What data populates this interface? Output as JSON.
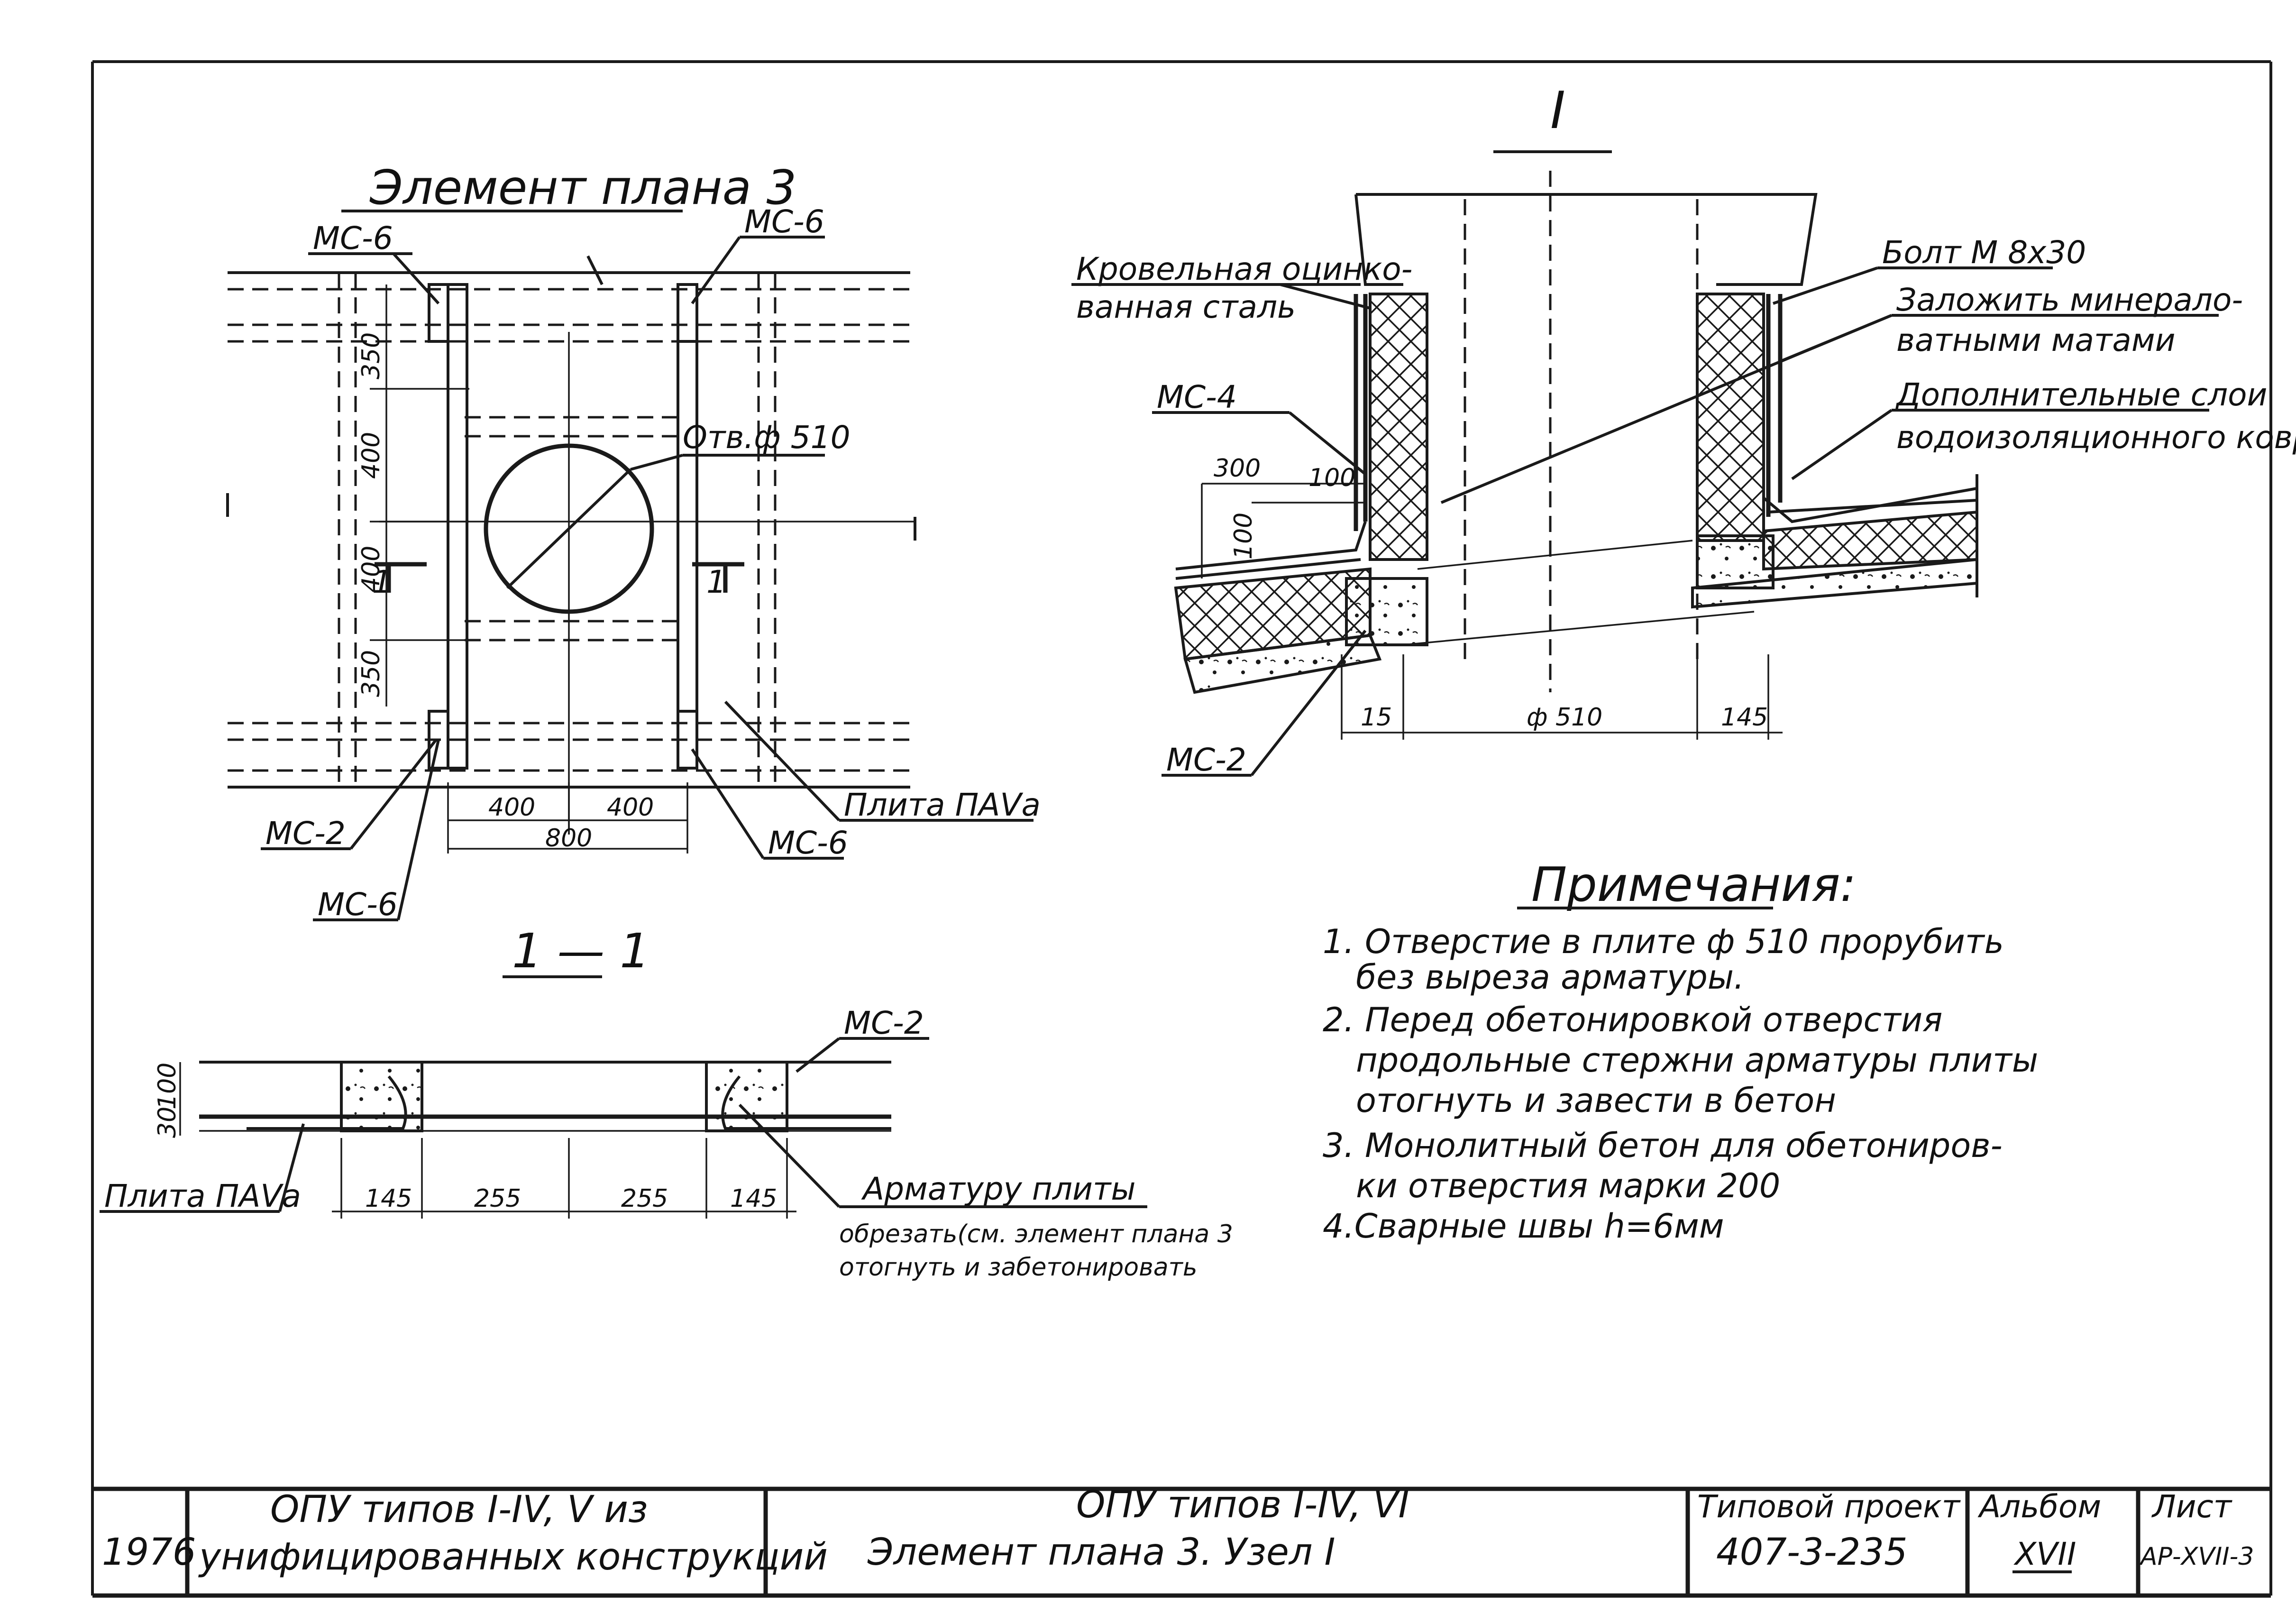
{
  "plan_element": {
    "title": "Элемент плана 3",
    "labels": {
      "ms6_top_left": "МС-6",
      "ms6_top_right": "МС-6",
      "ms2_bottom_left": "МС-2",
      "ms6_bottom_left": "МС-6",
      "ms6_bottom_right": "МС-6",
      "slab": "Плита ПАVа",
      "hole": "Отв.ф 510",
      "section_mark_left": "1",
      "section_mark_right": "1"
    },
    "dims": {
      "d350_top": "350",
      "d400_top": "400",
      "d400_bottom": "400",
      "d350_bottom": "350",
      "d400_left": "400",
      "d400_right": "400",
      "d800": "800"
    }
  },
  "node_detail": {
    "title": "I",
    "labels": {
      "roof_steel_1": "Кровельная оцинко-",
      "roof_steel_2": "ванная сталь",
      "ms4": "МС-4",
      "ms2": "МС-2",
      "bolt": "Болт М 8х30",
      "fill_1": "Заложить минерало-",
      "fill_2": "ватными матами",
      "layers_1": "Дополнительные слои",
      "layers_2": "водоизоляционного ковра"
    },
    "dims": {
      "d300": "300",
      "d100_h": "100",
      "d100_v": "100",
      "d15": "15",
      "d510": "ф 510",
      "d145": "145"
    }
  },
  "section_1_1": {
    "title": "1 — 1",
    "labels": {
      "ms2": "МС-2",
      "slab": "Плита ПАVа",
      "rebar_1": "Арматуру плиты",
      "rebar_2": "обрезать(см. элемент плана 3",
      "rebar_3": "отогнуть и забетонировать"
    },
    "dims": {
      "d100": "100",
      "d30": "30",
      "d145_left": "145",
      "d255_left": "255",
      "d255_right": "255",
      "d145_right": "145"
    }
  },
  "notes": {
    "heading": "Примечания:",
    "lines": [
      "1. Отверстие в плите ф 510 прорубить",
      "без выреза арматуры.",
      "2. Перед обетонировкой отверстия",
      "продольные стержни арматуры плиты",
      "отогнуть и завести в бетон",
      "3. Монолитный бетон для обетониров-",
      "ки отверстия марки 200",
      "4.Сварные швы h=6мм"
    ]
  },
  "title_block": {
    "year": "1976",
    "left_line1": "ОПУ типов I-IV, V из",
    "left_line2": "унифицированных конструкций",
    "center_line1": "ОПУ типов I-IV, VI",
    "center_line2": "Элемент плана 3. Узел I",
    "project_label": "Типовой проект",
    "project_number": "407-3-235",
    "album_label": "Альбом",
    "album_value": "XVII",
    "sheet_label": "Лист",
    "sheet_value": "АР-XVII-3"
  }
}
